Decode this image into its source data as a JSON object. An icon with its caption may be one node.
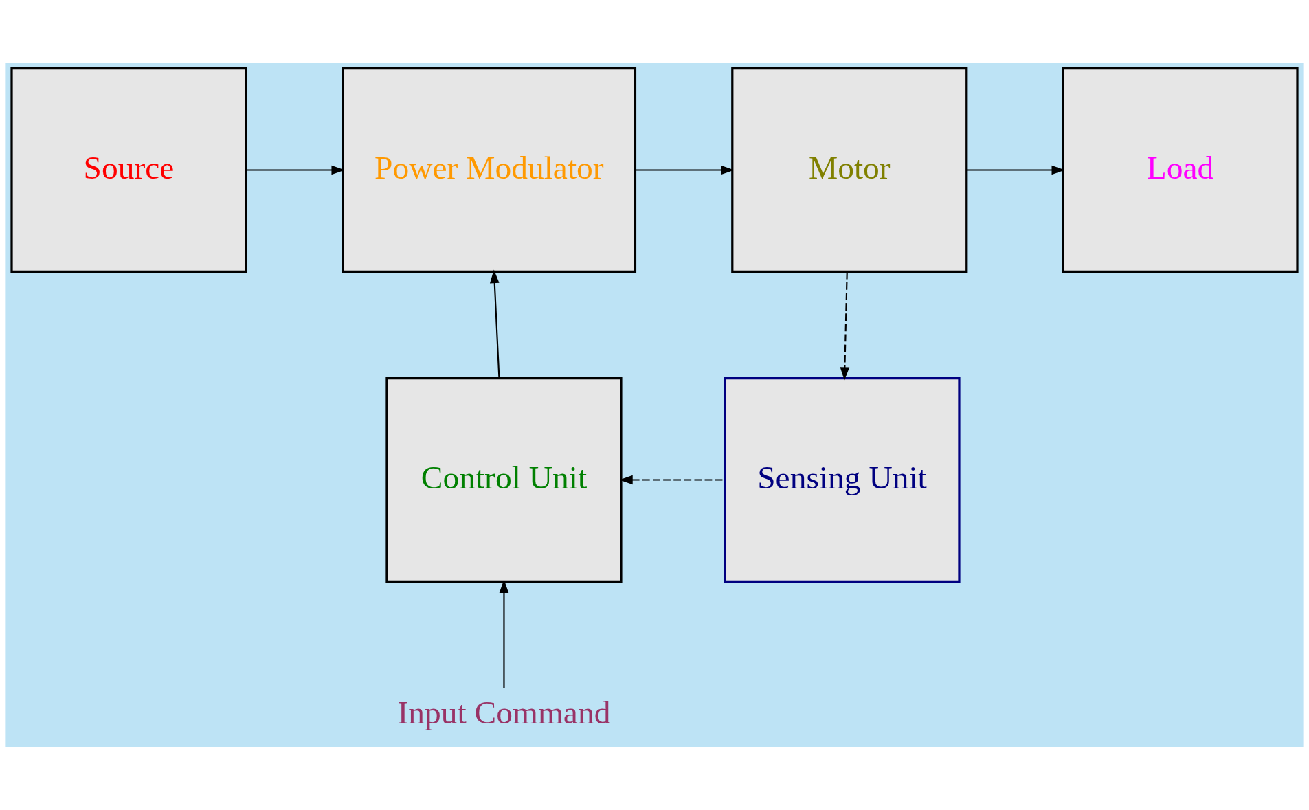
{
  "diagram": {
    "nodes": [
      {
        "text": [
          "Source"
        ]
      },
      {
        "text": [
          "Power Modulator"
        ]
      },
      {
        "text": [
          "Motor"
        ]
      },
      {
        "text": [
          "Load"
        ]
      },
      {
        "text": [
          "Control Unit"
        ]
      },
      {
        "text": [
          "Sensing Unit"
        ]
      },
      {
        "text": [
          "Input Command"
        ]
      }
    ],
    "edges": [
      {
        "from": 0,
        "to": 1,
        "arrow": "to"
      },
      {
        "from": 1,
        "to": 2,
        "arrow": "to"
      },
      {
        "from": 2,
        "to": 3,
        "arrow": "to"
      },
      {
        "from": 2,
        "to": 5,
        "arrow": "to",
        "style": "dashed"
      },
      {
        "from": 5,
        "to": 4,
        "arrow": "to",
        "style": "dashed"
      },
      {
        "from": 4,
        "to": 1,
        "arrow": "to"
      },
      {
        "from": 6,
        "to": 4,
        "arrow": "to"
      }
    ]
  }
}
